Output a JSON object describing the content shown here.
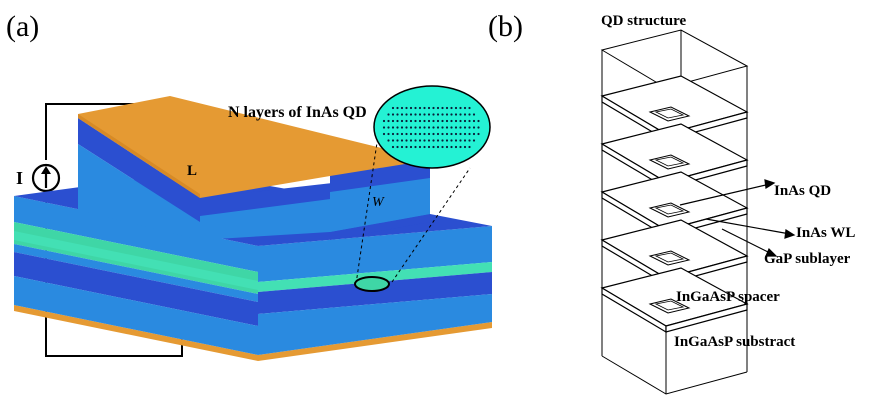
{
  "panel_a": {
    "label": "(a)",
    "title": "N layers of InAs QD",
    "current_label": "I",
    "length_label": "L",
    "width_label": "W"
  },
  "panel_b": {
    "label": "(b)",
    "title": "QD structure",
    "annotations": [
      "InAs QD",
      "InAs WL",
      "GaP sublayer",
      "InGaAsP spacer",
      "InGaAsP substract"
    ]
  },
  "colors": {
    "metal_contact": "#e59a33",
    "layer_dark_blue": "#2b4fd0",
    "layer_blue": "#2a8ae0",
    "layer_mid_blue": "#3a74dc",
    "active_layer": "#3fd6a6",
    "inset_fill": "#24f2d4",
    "wire": "#000000"
  }
}
